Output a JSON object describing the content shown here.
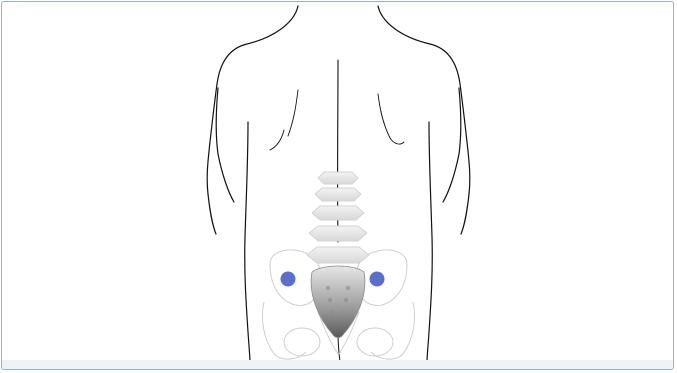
{
  "figure": {
    "subject": "posterior-torso-with-lumbar-spine-and-pelvis",
    "markers": [
      {
        "name": "left-posterior-superior-iliac-spine-marker",
        "side": "left"
      },
      {
        "name": "right-posterior-superior-iliac-spine-marker",
        "side": "right"
      }
    ]
  },
  "colors": {
    "frame_border": "#8fb4cc",
    "outline": "#111111",
    "bone": "#cfcfcf",
    "sacrum_shade": "#6f6f6f",
    "marker": "#5b6ec9",
    "footer": "#eef3f7"
  }
}
